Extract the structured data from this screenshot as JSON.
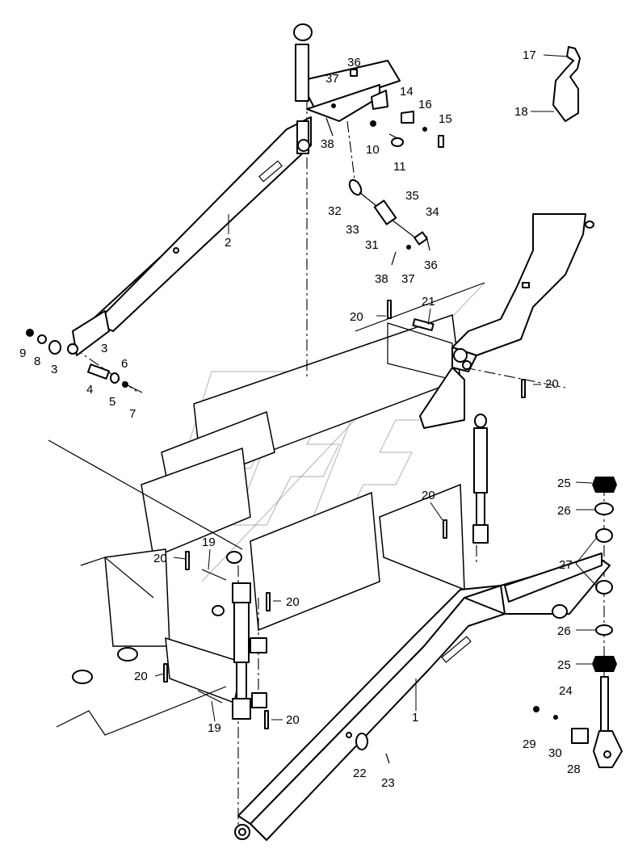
{
  "diagram": {
    "callouts": [
      {
        "id": "c1",
        "text": "1"
      },
      {
        "id": "c2",
        "text": "2"
      },
      {
        "id": "c3a",
        "text": "3"
      },
      {
        "id": "c3b",
        "text": "3"
      },
      {
        "id": "c4",
        "text": "4"
      },
      {
        "id": "c5",
        "text": "5"
      },
      {
        "id": "c6",
        "text": "6"
      },
      {
        "id": "c7",
        "text": "7"
      },
      {
        "id": "c8",
        "text": "8"
      },
      {
        "id": "c9",
        "text": "9"
      },
      {
        "id": "c10",
        "text": "10"
      },
      {
        "id": "c11",
        "text": "11"
      },
      {
        "id": "c14",
        "text": "14"
      },
      {
        "id": "c15",
        "text": "15"
      },
      {
        "id": "c16",
        "text": "16"
      },
      {
        "id": "c17",
        "text": "17"
      },
      {
        "id": "c18",
        "text": "18"
      },
      {
        "id": "c19a",
        "text": "19"
      },
      {
        "id": "c19b",
        "text": "19"
      },
      {
        "id": "c20a",
        "text": "20"
      },
      {
        "id": "c20b",
        "text": "20"
      },
      {
        "id": "c20c",
        "text": "20"
      },
      {
        "id": "c20d",
        "text": "20"
      },
      {
        "id": "c20e",
        "text": "20"
      },
      {
        "id": "c20f",
        "text": "20"
      },
      {
        "id": "c20g",
        "text": "20"
      },
      {
        "id": "c21",
        "text": "21"
      },
      {
        "id": "c22",
        "text": "22"
      },
      {
        "id": "c23",
        "text": "23"
      },
      {
        "id": "c24",
        "text": "24"
      },
      {
        "id": "c25a",
        "text": "25"
      },
      {
        "id": "c25b",
        "text": "25"
      },
      {
        "id": "c26a",
        "text": "26"
      },
      {
        "id": "c26b",
        "text": "26"
      },
      {
        "id": "c27",
        "text": "27"
      },
      {
        "id": "c28",
        "text": "28"
      },
      {
        "id": "c29",
        "text": "29"
      },
      {
        "id": "c30",
        "text": "30"
      },
      {
        "id": "c31",
        "text": "31"
      },
      {
        "id": "c32",
        "text": "32"
      },
      {
        "id": "c33",
        "text": "33"
      },
      {
        "id": "c34",
        "text": "34"
      },
      {
        "id": "c35",
        "text": "35"
      },
      {
        "id": "c36a",
        "text": "36"
      },
      {
        "id": "c36b",
        "text": "36"
      },
      {
        "id": "c37a",
        "text": "37"
      },
      {
        "id": "c37b",
        "text": "37"
      },
      {
        "id": "c38a",
        "text": "38"
      },
      {
        "id": "c38b",
        "text": "38"
      }
    ]
  }
}
